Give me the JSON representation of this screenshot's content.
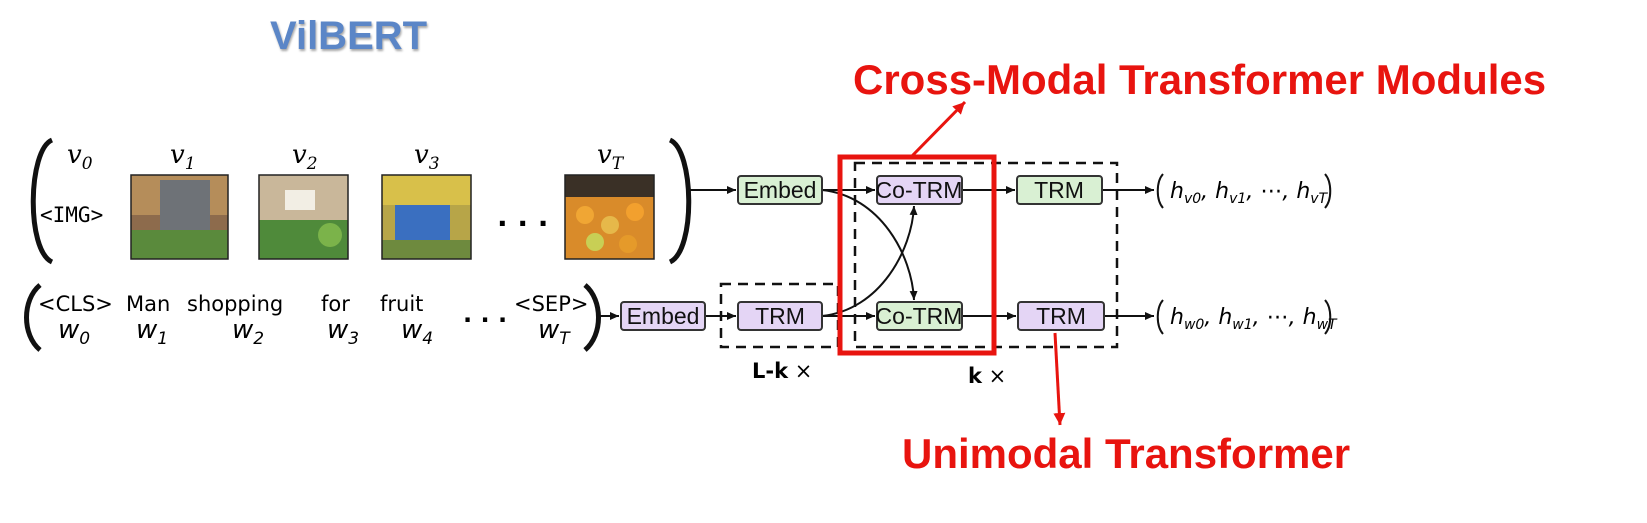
{
  "title": "VilBERT",
  "callouts": {
    "cross_modal": "Cross-Modal Transformer Modules",
    "unimodal": "Unimodal Transformer"
  },
  "visual_stream": {
    "token_labels": [
      "v",
      "v",
      "v",
      "v",
      "v"
    ],
    "token_subscripts": [
      "0",
      "1",
      "2",
      "3",
      "T"
    ],
    "img_token": "<IMG>",
    "ellipsis": ". . .",
    "embed": "Embed",
    "co_trm": "Co-TRM",
    "trm": "TRM",
    "output": "(hᵥ₀, hᵥ₁, ⋯, hᵥᵀ)",
    "output_parts": {
      "h": "h",
      "subs": [
        "v0",
        "v1",
        "vT"
      ],
      "dots": "⋯"
    }
  },
  "text_stream": {
    "tokens": [
      "<CLS>",
      "Man",
      "shopping",
      "for",
      "fruit",
      "<SEP>"
    ],
    "word_base": "w",
    "word_subscripts": [
      "0",
      "1",
      "2",
      "3",
      "4",
      "T"
    ],
    "ellipsis": ". . .",
    "embed": "Embed",
    "trm_pre": "TRM",
    "co_trm": "Co-TRM",
    "trm": "TRM",
    "output_parts": {
      "h": "h",
      "subs": [
        "w0",
        "w1",
        "wT"
      ],
      "dots": "⋯"
    }
  },
  "repeat_labels": {
    "lk": "L-k",
    "k": "k",
    "times": "×"
  },
  "colors": {
    "title": "#5b86c7",
    "red": "#e8140f",
    "green_box": "#d9f0d3",
    "purple_box": "#e4d5f5",
    "box_stroke": "#333333"
  }
}
